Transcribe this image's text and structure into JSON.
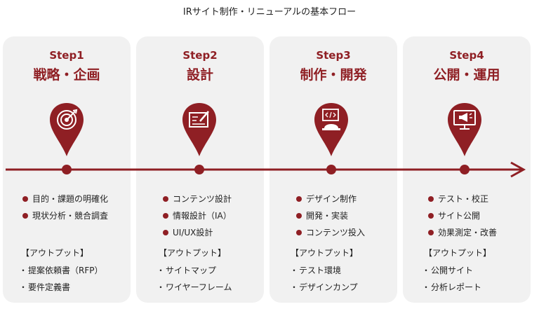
{
  "title": "IRサイト制作・リニューアルの基本フロー",
  "colors": {
    "accent": "#8f1f24",
    "card_bg": "#f1f1f1"
  },
  "output_heading": "【アウトプット】",
  "steps": [
    {
      "label": "Step1",
      "title": "戦略・企画",
      "icon": "target-icon",
      "bullets": [
        "目的・課題の明確化",
        "現状分析・競合調査"
      ],
      "outputs": [
        "提案依頼書（RFP）",
        "要件定義書"
      ]
    },
    {
      "label": "Step2",
      "title": "設計",
      "icon": "blueprint-icon",
      "bullets": [
        "コンテンツ設計",
        "情報設計（IA）",
        "UI/UX設計"
      ],
      "outputs": [
        "サイトマップ",
        "ワイヤーフレーム"
      ]
    },
    {
      "label": "Step3",
      "title": "制作・開発",
      "icon": "development-icon",
      "bullets": [
        "デザイン制作",
        "開発・実装",
        "コンテンツ投入"
      ],
      "outputs": [
        "テスト環境",
        "デザインカンプ"
      ]
    },
    {
      "label": "Step4",
      "title": "公開・運用",
      "icon": "monitor-announcement-icon",
      "bullets": [
        "テスト・校正",
        "サイト公開",
        "効果測定・改善"
      ],
      "outputs": [
        "公開サイト",
        "分析レポート"
      ]
    }
  ]
}
